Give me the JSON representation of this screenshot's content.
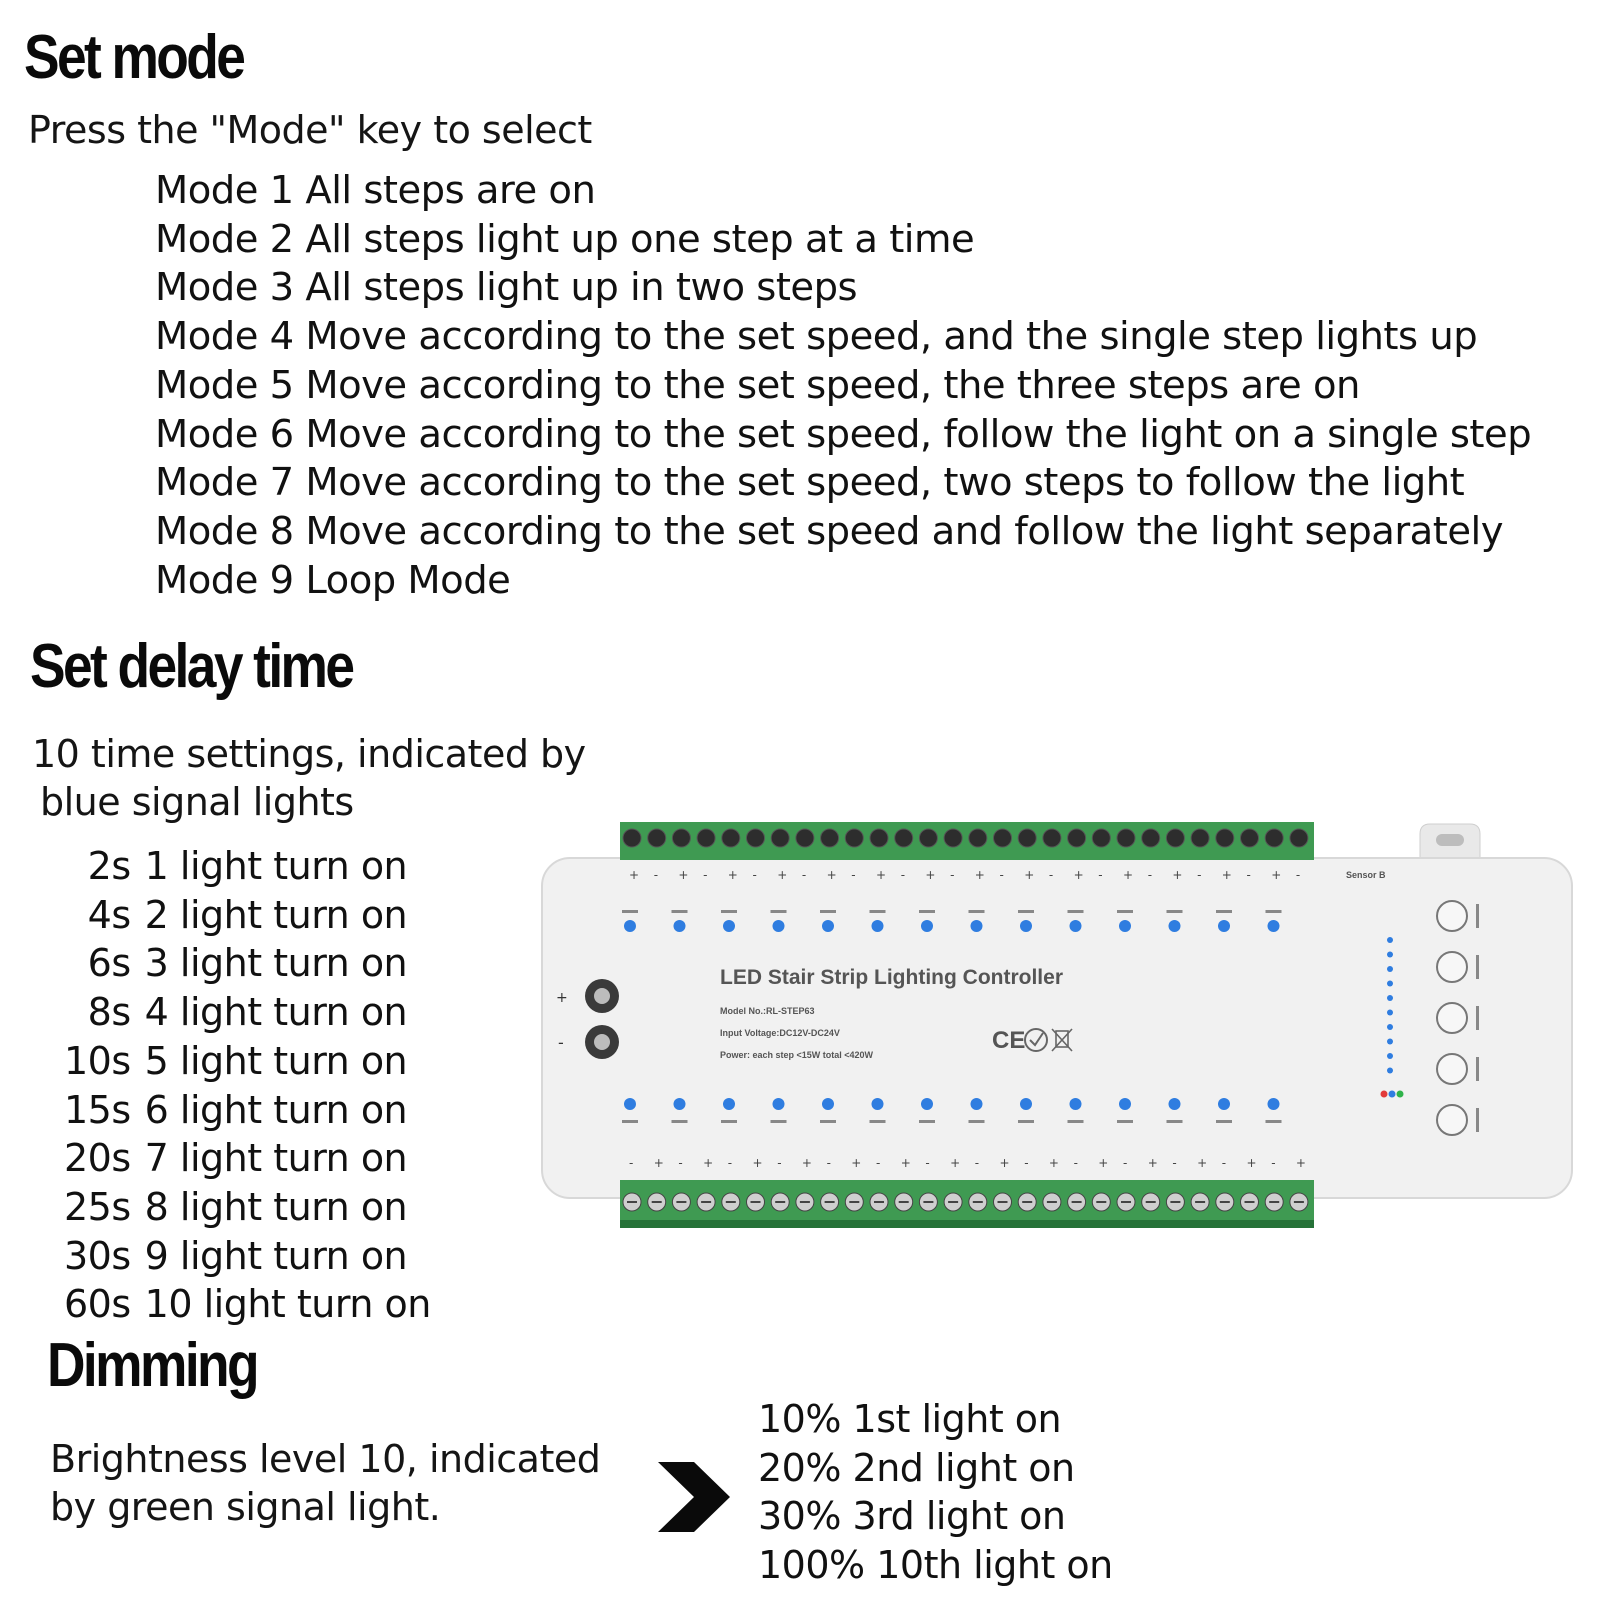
{
  "set_mode": {
    "heading": "Set mode",
    "intro": "Press the \"Mode\" key to select",
    "modes": [
      "Mode 1 All steps are on",
      "Mode 2 All steps light up one step at a time",
      "Mode 3 All steps light up in two steps",
      "Mode 4 Move according to the set speed, and the single step lights up",
      "Mode 5 Move according to the set speed, the three steps are on",
      "Mode 6 Move according to the set speed, follow the light on a single step",
      "Mode 7 Move according to the set speed, two steps to follow the light",
      "Mode 8 Move according to the set speed and follow the light separately",
      "Mode 9 Loop Mode"
    ]
  },
  "set_delay": {
    "heading": "Set delay time",
    "intro_line1": "10 time settings, indicated by",
    "intro_line2": "blue signal lights",
    "rows": [
      {
        "time": "2s",
        "desc": "1 light turn on"
      },
      {
        "time": "4s",
        "desc": "2 light turn on"
      },
      {
        "time": "6s",
        "desc": "3 light turn on"
      },
      {
        "time": "8s",
        "desc": "4 light turn on"
      },
      {
        "time": "10s",
        "desc": "5 light turn on"
      },
      {
        "time": "15s",
        "desc": "6 light turn on"
      },
      {
        "time": "20s",
        "desc": "7 light turn on"
      },
      {
        "time": "25s",
        "desc": "8 light turn on"
      },
      {
        "time": "30s",
        "desc": "9 light turn on"
      },
      {
        "time": "60s",
        "desc": "10 light turn on"
      }
    ]
  },
  "dimming": {
    "heading": "Dimming",
    "intro_line1": "Brightness level 10, indicated",
    "intro_line2": "by green signal light.",
    "arrow_icon": "chevron-right-icon",
    "levels": [
      "10% 1st light on",
      "20% 2nd light on",
      "30% 3rd light on",
      "100% 10th light on"
    ]
  },
  "product": {
    "title": "LED Stair Strip Lighting Controller",
    "model": "Model No.:RL-STEP63",
    "input_voltage": "Input Voltage:DC12V-DC24V",
    "power": "Power: each step <15W  total <420W",
    "marks": "CE",
    "sensor_label": "Sensor B",
    "plus_label": "+",
    "minus_label": "-",
    "colors": {
      "terminal_green": "#3f9a52",
      "terminal_dark": "#267238",
      "body": "#f1f1f1",
      "led_blue": "#2f7de0",
      "led_red": "#e33b3b",
      "led_green": "#2fb34a"
    }
  }
}
